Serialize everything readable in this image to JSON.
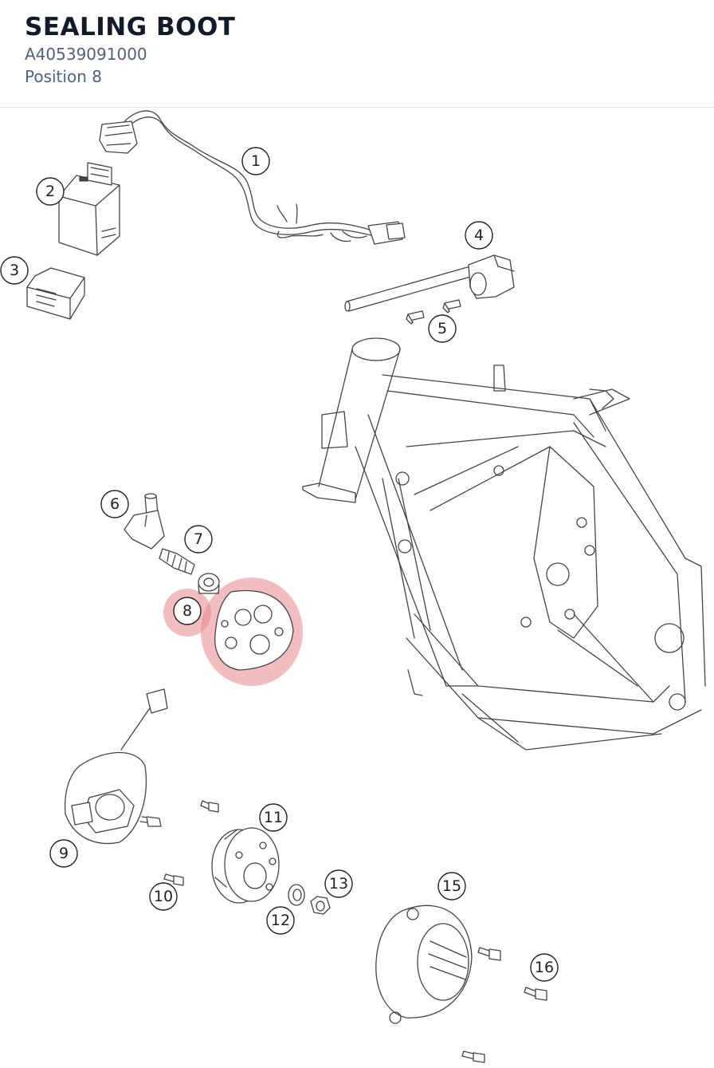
{
  "header": {
    "title": "SEALING BOOT",
    "part_number": "A40539091000",
    "position": "Position 8"
  },
  "highlight_color": "#e8878c",
  "callouts": [
    {
      "id": "1",
      "label": "1"
    },
    {
      "id": "2",
      "label": "2"
    },
    {
      "id": "3",
      "label": "3"
    },
    {
      "id": "4",
      "label": "4"
    },
    {
      "id": "5",
      "label": "5"
    },
    {
      "id": "6",
      "label": "6"
    },
    {
      "id": "7",
      "label": "7"
    },
    {
      "id": "8",
      "label": "8"
    },
    {
      "id": "9",
      "label": "9"
    },
    {
      "id": "10",
      "label": "10"
    },
    {
      "id": "11",
      "label": "11"
    },
    {
      "id": "12",
      "label": "12"
    },
    {
      "id": "13",
      "label": "13"
    },
    {
      "id": "15",
      "label": "15"
    },
    {
      "id": "16",
      "label": "16"
    }
  ]
}
